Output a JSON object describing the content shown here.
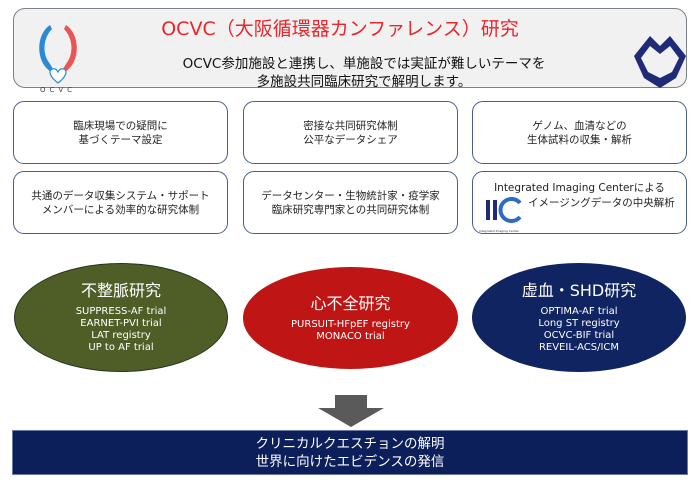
{
  "header": {
    "title": "OCVC（大阪循環器カンファレンス）研究",
    "subtitle_line1": "OCVC参加施設と連携し、単施設では実証が難しいテーマを",
    "subtitle_line2": "多施設共同臨床研究で解明します。",
    "left_logo_text": "OCVC",
    "left_logo_icon": "winged-heart-logo",
    "right_logo_icon": "university-emblem-logo"
  },
  "features": [
    {
      "lines": [
        "臨床現場での疑問に",
        "基づくテーマ設定"
      ]
    },
    {
      "lines": [
        "密接な共同研究体制",
        "公平なデータシェア"
      ]
    },
    {
      "lines": [
        "ゲノム、血清などの",
        "生体試料の収集・解析"
      ]
    },
    {
      "lines": [
        "共通のデータ収集システム・サポート",
        "メンバーによる効率的な研究体制"
      ]
    },
    {
      "lines": [
        "データセンター・生物統計家・疫学家",
        "臨床研究専門家との共同研究体制"
      ]
    },
    {
      "lines": [
        "Integrated Imaging Centerによる",
        "イメージングデータの中央解析"
      ],
      "logo_text": "IIC",
      "logo_caption": "Integrated Imaging Center"
    }
  ],
  "research_areas": [
    {
      "title": "不整脈研究",
      "color": "#4f5e27",
      "items": [
        "SUPPRESS-AF trial",
        "EARNET-PVI trial",
        "LAT registry",
        "UP to AF trial"
      ]
    },
    {
      "title": "心不全研究",
      "color": "#bf1615",
      "items": [
        "PURSUIT-HFpEF registry",
        "MONACO trial"
      ]
    },
    {
      "title": "虚血・SHD研究",
      "color": "#0f2461",
      "items": [
        "OPTIMA-AF trial",
        "Long ST registry",
        "OCVC-BIF trial",
        "REVEIL-ACS/ICM"
      ]
    }
  ],
  "arrow_icon": "down-arrow",
  "conclusion": {
    "line1": "クリニカルクエスチョンの解明",
    "line2": "世界に向けたエビデンスの発信"
  },
  "colors": {
    "title_red": "#e8262b",
    "navy": "#0c1f5b",
    "box_border": "#4a5f86",
    "arrow_gray": "#5a5a5a"
  }
}
